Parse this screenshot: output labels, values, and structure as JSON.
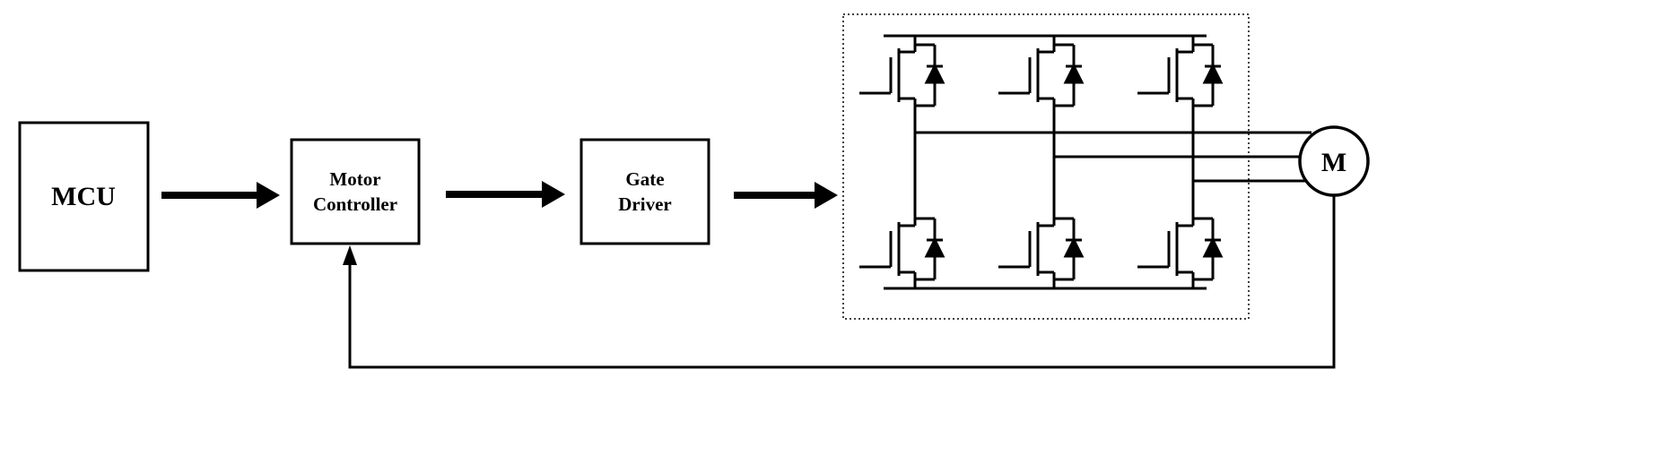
{
  "blocks": {
    "mcu": {
      "label": "MCU"
    },
    "motor_controller": {
      "line1": "Motor",
      "line2": "Controller"
    },
    "gate_driver": {
      "line1": "Gate",
      "line2": "Driver"
    },
    "motor": {
      "label": "M"
    }
  },
  "inverter": {
    "mosfet_count": 6,
    "phase_lines": 3
  },
  "colors": {
    "stroke": "#000000",
    "background": "#ffffff"
  }
}
